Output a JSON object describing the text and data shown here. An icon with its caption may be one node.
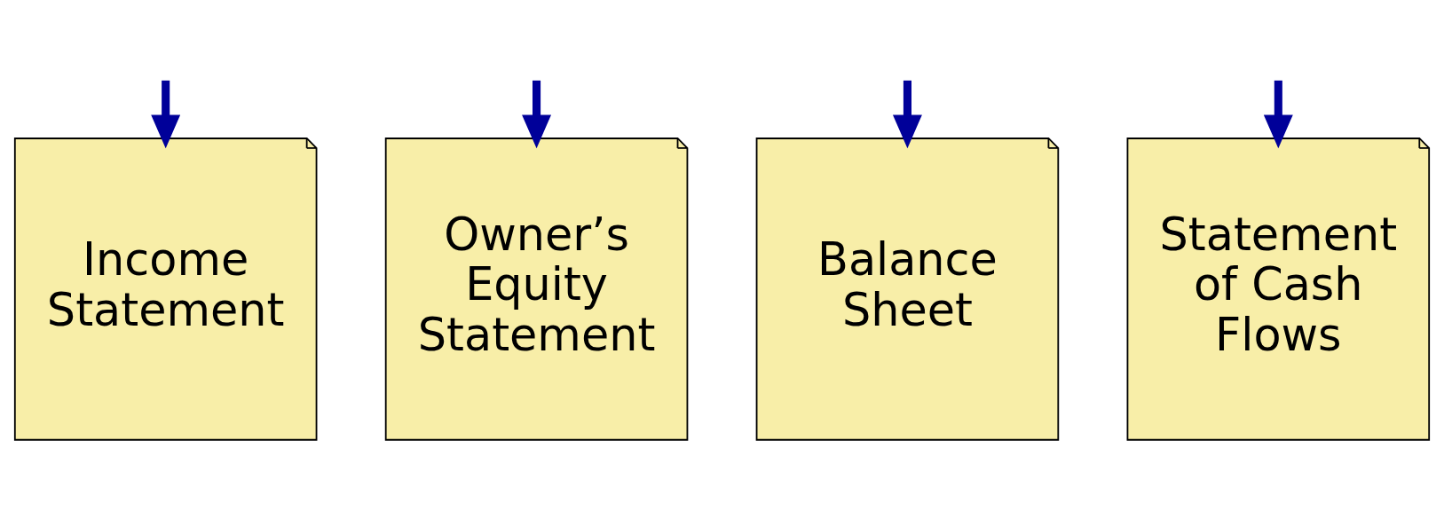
{
  "diagram": {
    "nodes": [
      {
        "text": [
          "Income Statement"
        ]
      },
      {
        "text": [
          "Owner’s Equity Statement"
        ]
      },
      {
        "text": [
          "Balance Sheet"
        ]
      },
      {
        "text": [
          "Statement of Cash Flows"
        ]
      }
    ],
    "edges": [
      {
        "from": null,
        "to": 0,
        "arrow": "to"
      },
      {
        "from": null,
        "to": 1,
        "arrow": "to"
      },
      {
        "from": null,
        "to": 2,
        "arrow": "to"
      },
      {
        "from": null,
        "to": 3,
        "arrow": "to"
      }
    ]
  }
}
